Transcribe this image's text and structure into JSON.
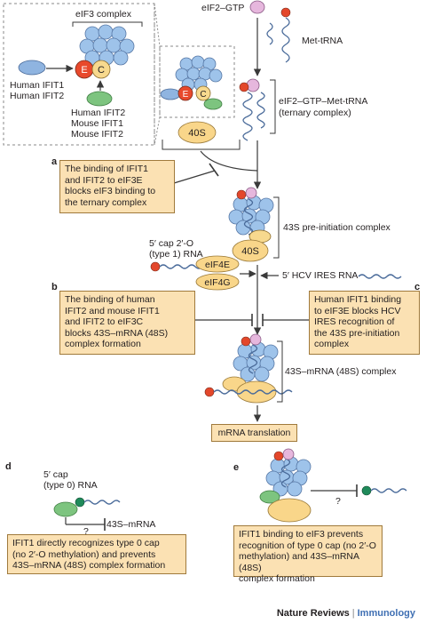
{
  "top": {
    "eif2_gtp": "eIF2–GTP",
    "met_trna": "Met-tRNA",
    "ternary_line1": "eIF2–GTP–Met-tRNA",
    "ternary_line2": "(ternary complex)"
  },
  "inset": {
    "eif3_complex": "eIF3 complex",
    "human_ifit_1": "Human IFIT1",
    "human_ifit_2": "Human IFIT2",
    "subunit_e": "E",
    "subunit_c": "C",
    "bottom_1": "Human IFIT2",
    "bottom_2": "Mouse IFIT1",
    "bottom_3": "Mouse IFIT2",
    "small_40s": "40S"
  },
  "panel_a": {
    "label": "a",
    "text": "The binding of IFIT1\nand IFIT2 to eIF3E\nblocks eIF3 binding to\nthe ternary complex"
  },
  "complex_43s": "43S pre-initiation complex",
  "label_40s": "40S",
  "cap_rna_line1": "5′ cap 2′-O",
  "cap_rna_line2": "(type 1) RNA",
  "eif4e": "eIF4E",
  "eif4g": "eIF4G",
  "hcv_ires": "5′ HCV IRES RNA",
  "panel_b": {
    "label": "b",
    "text": "The binding of human\nIFIT2 and mouse IFIT1\nand IFIT2 to eIF3C\nblocks 43S–mRNA (48S)\ncomplex formation"
  },
  "panel_c": {
    "label": "c",
    "text": "Human IFIT1 binding\nto eIF3E blocks HCV\nIRES recognition of\nthe 43S pre-initiation\ncomplex"
  },
  "complex_48s": "43S–mRNA (48S) complex",
  "translation": "mRNA translation",
  "panel_d": {
    "label": "d",
    "cap_line1": "5′ cap",
    "cap_line2": "(type 0) RNA",
    "target": "43S–mRNA",
    "question": "?",
    "text": "IFIT1 directly recognizes type 0 cap\n(no 2′-O methylation) and prevents\n43S–mRNA (48S) complex formation"
  },
  "panel_e": {
    "label": "e",
    "question": "?",
    "text": "IFIT1 binding to eIF3 prevents\nrecognition of type 0 cap (no 2′-O\nmethylation) and 43S–mRNA (48S)\ncomplex formation"
  },
  "footer": {
    "brand": "Nature Reviews",
    "separator": "|",
    "journal": "Immunology"
  },
  "colors": {
    "eif3_blue": "#9ec3ea",
    "ifit_blue": "#8fb4e0",
    "ifit_green": "#7dc47f",
    "subunit_e": "#e8492c",
    "subunit_c": "#f7d98e",
    "ribosome_40s": "#f9d68a",
    "trna_pink": "#e6b7dd",
    "met_red": "#e3472b",
    "box_fill": "#fbe1b3",
    "box_border": "#a07a3c",
    "line": "#3a3a3a",
    "journal_blue": "#3f6fb3"
  }
}
